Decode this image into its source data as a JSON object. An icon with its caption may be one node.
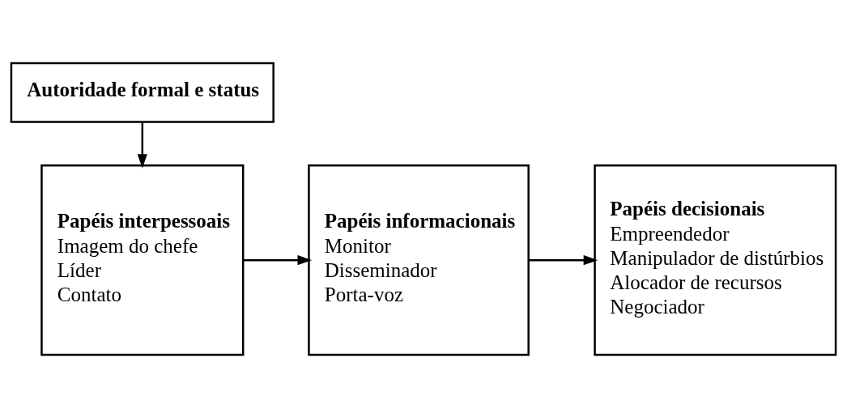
{
  "diagram": {
    "nodes": [
      {
        "text": [
          "Autoridade formal e status"
        ]
      },
      {
        "text": [
          "Papéis interpessoais",
          "Imagem do chefe",
          "Líder",
          "Contato"
        ]
      },
      {
        "text": [
          "Papéis informacionais",
          "Monitor",
          "Disseminador",
          "Porta-voz"
        ]
      },
      {
        "text": [
          "Papéis decisionais",
          "Empreendedor",
          "Manipulador de distúrbios",
          "Alocador de recursos",
          "Negociador"
        ]
      }
    ],
    "edges": [
      {
        "from": 0,
        "to": 1,
        "arrow": "to"
      },
      {
        "from": 1,
        "to": 2,
        "arrow": "to"
      },
      {
        "from": 2,
        "to": 3,
        "arrow": "to"
      }
    ]
  }
}
